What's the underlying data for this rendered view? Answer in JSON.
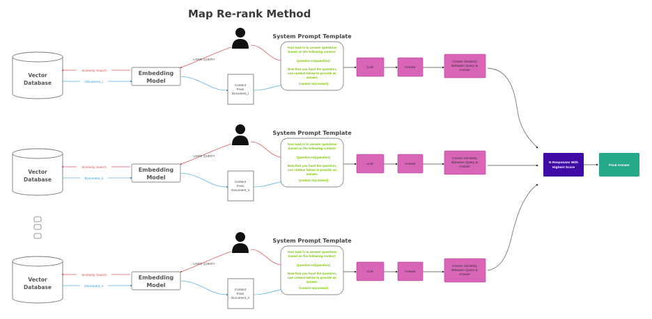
{
  "title": "Map Re-rank Method",
  "colors": {
    "red_edge": "#e0595a",
    "blue_edge": "#58b5e0",
    "pink_box": "#d865b8",
    "purple_box": "#3f0aa6",
    "teal_box": "#25a98a",
    "green_text": "#7cc400"
  },
  "rows": [
    {
      "db_line1": "Vector",
      "db_line2": "Database",
      "similarity_label": "Similarity Search",
      "document_label": "Document_i",
      "embedding_line1": "Embedding",
      "embedding_line2": "Model",
      "user_query_label": "USER QUERY",
      "user_icon": "user-icon",
      "content_line1": "Content",
      "content_line2": "From",
      "content_line3": "Document_i",
      "spt_title": "System Prompt Template",
      "spt_line1": "Your task is to answer questions",
      "spt_line2": "based on the following context:",
      "spt_question": "Question In{question}",
      "spt_line3": "Now that you have the question,",
      "spt_line4": "use context below to provide an",
      "spt_line5": "answer.",
      "spt_context": "Context In{context}",
      "llm_label": "LLM",
      "answer_label": "Answer",
      "cosine_line1": "Cosine Similarity",
      "cosine_line2": "Between Query &",
      "cosine_line3": "Answer"
    },
    {
      "db_line1": "Vector",
      "db_line2": "Database",
      "similarity_label": "Similarity Search",
      "document_label": "Document_ii",
      "embedding_line1": "Embedding",
      "embedding_line2": "Model",
      "user_query_label": "USER QUERY",
      "user_icon": "user-icon",
      "content_line1": "Content",
      "content_line2": "From",
      "content_line3": "Document_ii",
      "spt_title": "System Prompt Template",
      "spt_line1": "Your task is to answer questions",
      "spt_line2": "based on the following context:",
      "spt_question": "Question In{question}",
      "spt_line3": "Now that you have the question,",
      "spt_line4": "use context below to provide an",
      "spt_line5": "answer.",
      "spt_context": "Context In{context}",
      "llm_label": "LLM",
      "answer_label": "Answer",
      "cosine_line1": "Cosine Similarity",
      "cosine_line2": "Between Query &",
      "cosine_line3": "Answer"
    },
    {
      "db_line1": "Vector",
      "db_line2": "Database",
      "similarity_label": "Similarity Search",
      "document_label": "Document_n",
      "embedding_line1": "Embedding",
      "embedding_line2": "Model",
      "user_query_label": "USER QUERY",
      "user_icon": "user-icon",
      "content_line1": "Content",
      "content_line2": "From",
      "content_line3": "Document_n",
      "spt_title": "System Prompt Template",
      "spt_line1": "Your task is to answer questions",
      "spt_line2": "based on the following context:",
      "spt_question": "Question In{question}",
      "spt_line3": "Now that you have the question,",
      "spt_line4": "use context below to provide an",
      "spt_line5": "answer.",
      "spt_context": "Context In{context}",
      "llm_label": "LLM",
      "answer_label": "Answer",
      "cosine_line1": "Cosine Similarity",
      "cosine_line2": "Between Query &",
      "cosine_line3": "Answer"
    }
  ],
  "ellipsis_icon": "vertical-ellipsis-squares",
  "top_responses_line1": "N Responses With",
  "top_responses_line2": "Highest Score",
  "final_answer_label": "Final Answer"
}
